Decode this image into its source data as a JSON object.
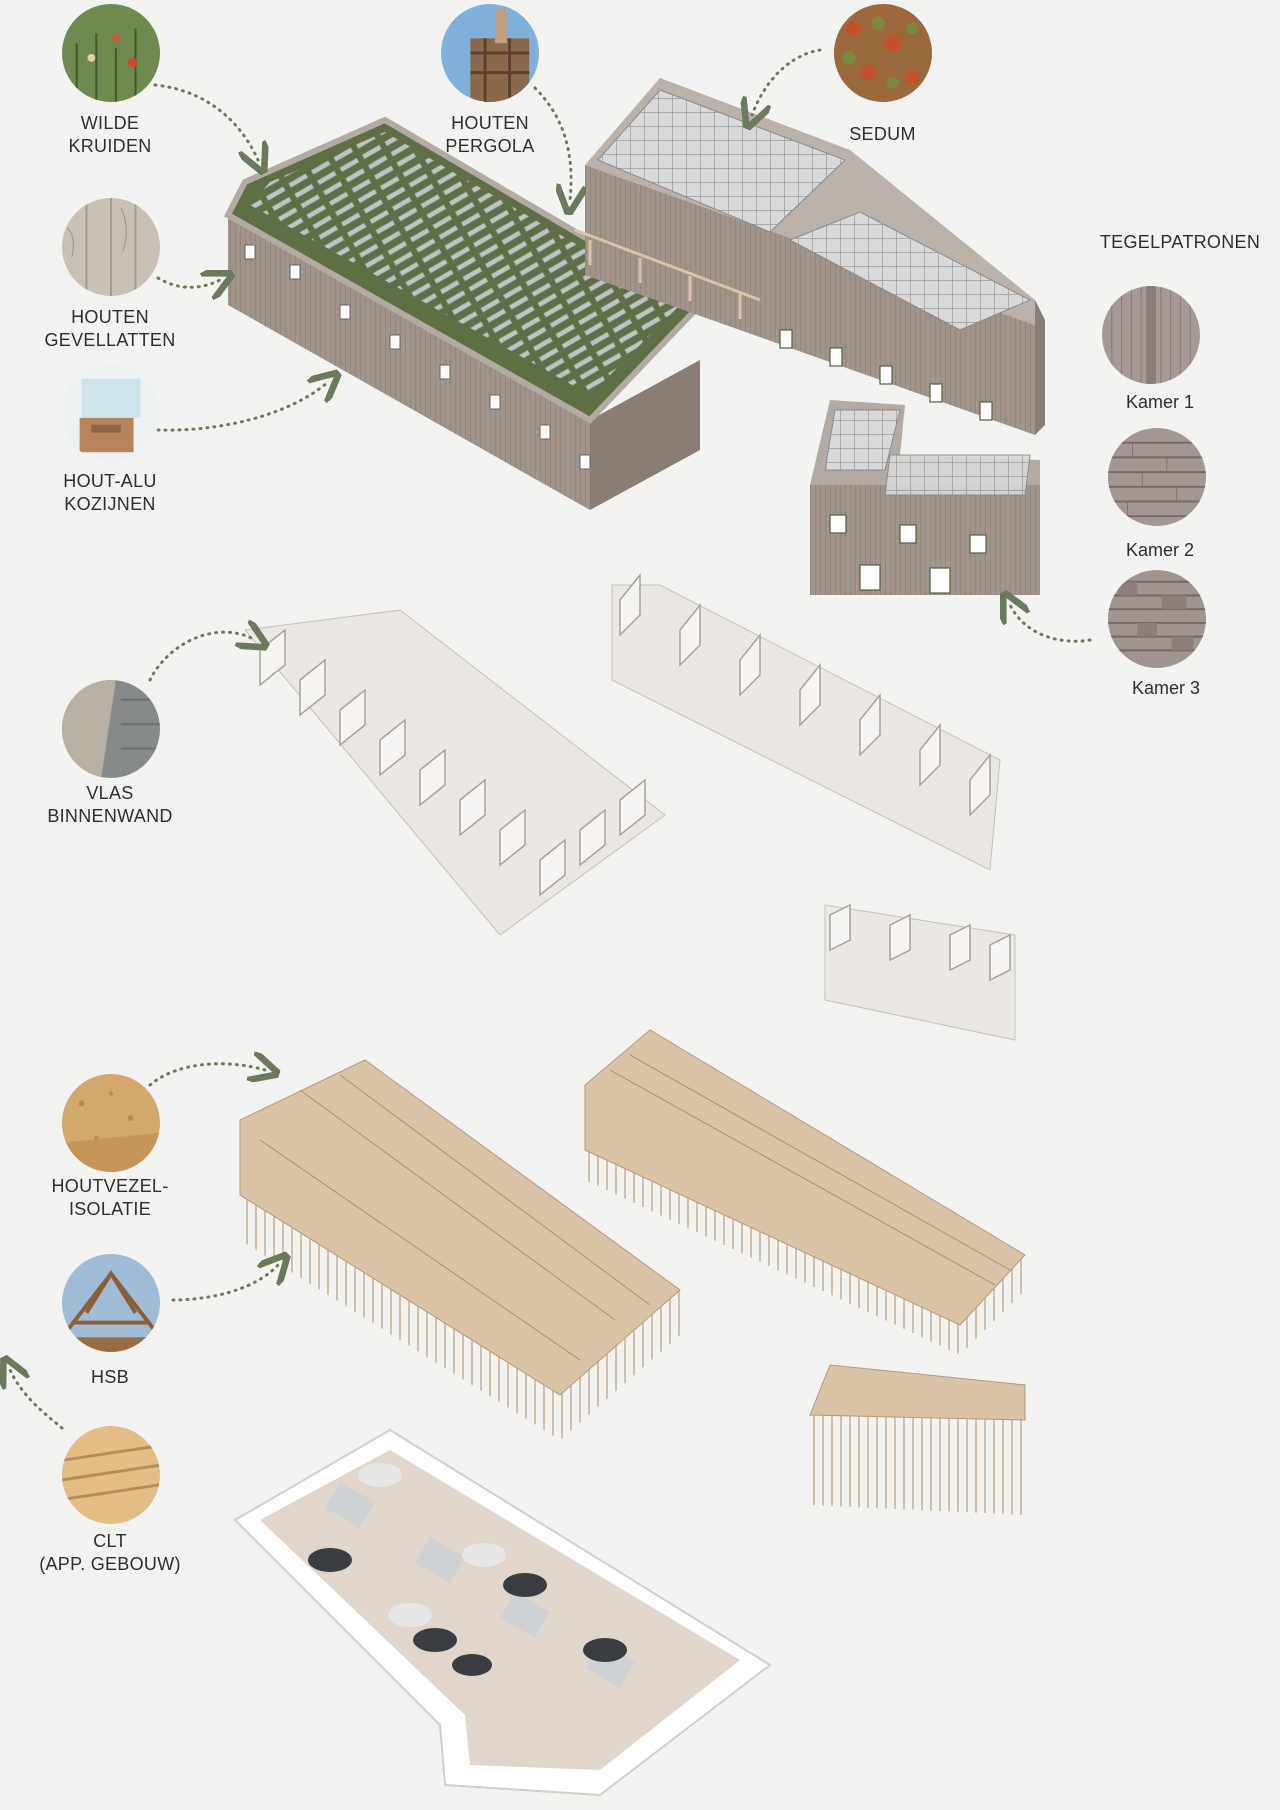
{
  "colors": {
    "background": "#f3f3f2",
    "arrow": "#6b7a5c",
    "roof_green": "#5e6e45",
    "facade": "#9a8c83",
    "timber": "#d9c4a7",
    "wall_white": "#ebe7e3",
    "parking": "#e0d6cb"
  },
  "materials": {
    "wilde_kruiden": {
      "line1": "WILDE",
      "line2": "KRUIDEN",
      "icon": "wildflowers-photo"
    },
    "houten_gevellatten": {
      "line1": "HOUTEN",
      "line2": "GEVELLATTEN",
      "icon": "wood-slats-photo"
    },
    "hout_alu": {
      "line1": "HOUT-ALU",
      "line2": "KOZIJNEN",
      "icon": "window-frame-photo"
    },
    "houten_pergola": {
      "line1": "HOUTEN",
      "line2": "PERGOLA",
      "icon": "pergola-photo"
    },
    "sedum": {
      "line1": "SEDUM",
      "icon": "sedum-photo"
    },
    "vlas": {
      "line1": "VLAS",
      "line2": "BINNENWAND",
      "icon": "flax-wall-photo"
    },
    "houtvezel": {
      "line1": "HOUTVEZEL-",
      "line2": "ISOLATIE",
      "icon": "woodfibre-insulation-photo"
    },
    "hsb": {
      "line1": "HSB",
      "icon": "timber-frame-photo"
    },
    "clt": {
      "line1": "CLT",
      "line2": "(APP. GEBOUW)",
      "icon": "clt-panel-photo"
    }
  },
  "tile_patterns": {
    "title": "TEGELPATRONEN",
    "rooms": [
      {
        "label": "Kamer 1",
        "icon": "brick-pattern-1-photo"
      },
      {
        "label": "Kamer 2",
        "icon": "brick-pattern-2-photo"
      },
      {
        "label": "Kamer 3",
        "icon": "brick-pattern-3-photo"
      }
    ]
  }
}
